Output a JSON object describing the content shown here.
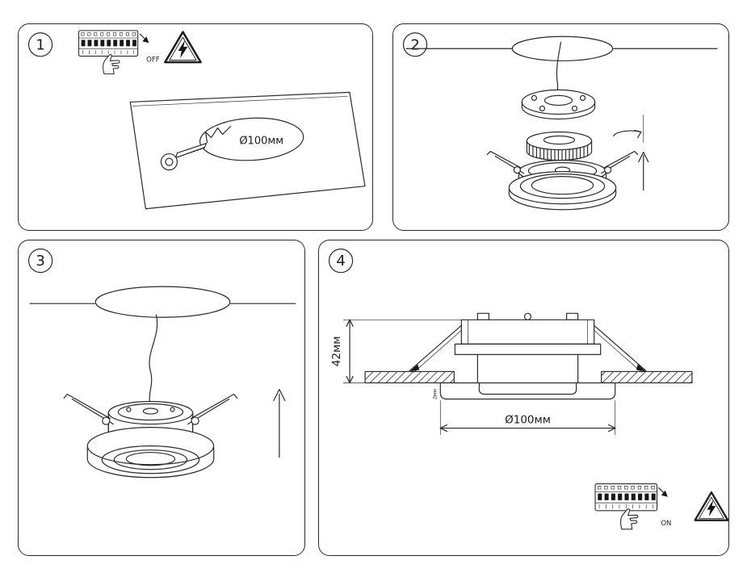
{
  "style": {
    "background": "#ffffff",
    "line_color": "#2b2b2b",
    "frame_color": "#2a2a2a"
  },
  "panels": [
    {
      "number": "1",
      "labels": {
        "switch_state": "OFF",
        "hole_diameter": "Ø100мм"
      }
    },
    {
      "number": "2",
      "labels": {}
    },
    {
      "number": "3",
      "labels": {}
    },
    {
      "number": "4",
      "labels": {
        "switch_state": "ON",
        "hole_diameter": "Ø100мм",
        "height": "42мм",
        "ceiling_thickness": "2мм"
      }
    }
  ]
}
